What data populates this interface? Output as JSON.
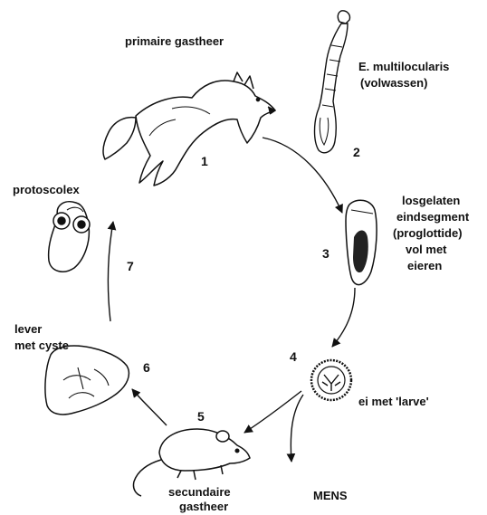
{
  "labels": {
    "primary_host": "primaire gastheer",
    "adult_line1": "E. multilocularis",
    "adult_line2": "(volwassen)",
    "proglottid_line1": "losgelaten",
    "proglottid_line2": "eindsegment",
    "proglottid_line3": "(proglottide)",
    "proglottid_line4": "vol met",
    "proglottid_line5": "eieren",
    "egg": "ei met 'larve'",
    "human": "MENS",
    "secondary_host_line1": "secundaire",
    "secondary_host_line2": "gastheer",
    "liver_line1": "lever",
    "liver_line2": "met cyste",
    "protoscolex": "protoscolex"
  },
  "steps": [
    "1",
    "2",
    "3",
    "4",
    "5",
    "6",
    "7"
  ],
  "icons": {
    "fox": "fox-icon",
    "tapeworm": "tapeworm-icon",
    "proglottid": "proglottid-icon",
    "egg": "egg-icon",
    "mouse": "mouse-icon",
    "liver": "liver-icon",
    "protoscolex": "protoscolex-icon"
  },
  "colors": {
    "ink": "#111111",
    "background": "#ffffff"
  }
}
